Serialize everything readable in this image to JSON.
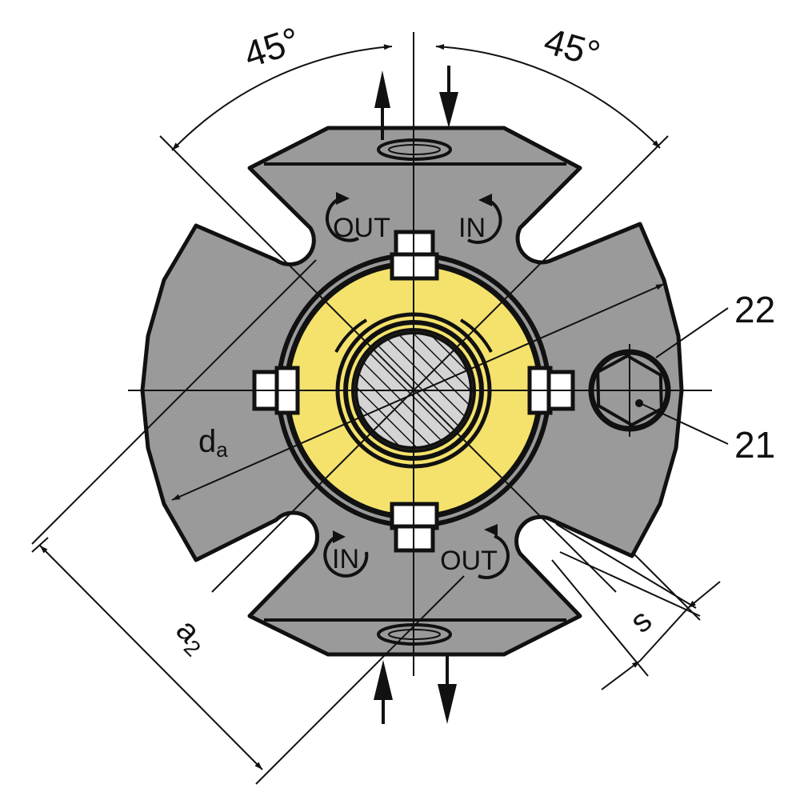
{
  "diagram": {
    "type": "technical-drawing",
    "subject": "rotary union / distributor flange, top view",
    "colors": {
      "body": "#9a9a9a",
      "ring": "#f4e26c",
      "shaft": "#d4d4d4",
      "line": "#111111",
      "background": "#ffffff",
      "key": "#ffffff"
    },
    "angles": {
      "left": "45°",
      "right": "45°"
    },
    "ports": {
      "top_left": {
        "label": "OUT",
        "rotation": "counter-clockwise-arrow"
      },
      "top_right": {
        "label": "IN",
        "rotation": "clockwise-arrow"
      },
      "bottom_left": {
        "label": "IN",
        "rotation": "clockwise-arrow"
      },
      "bottom_right": {
        "label": "OUT",
        "rotation": "counter-clockwise-arrow"
      }
    },
    "dimensions": {
      "outer_diameter": {
        "main": "d",
        "sub": "a"
      },
      "slot_spacing": {
        "main": "a",
        "sub": "2"
      },
      "slot_width": "s"
    },
    "callouts": [
      {
        "number": "22",
        "target": "hex plug outer ring"
      },
      {
        "number": "21",
        "target": "hex plug center point"
      }
    ],
    "flow_arrows": {
      "top": [
        "up",
        "down"
      ],
      "bottom": [
        "up",
        "down"
      ]
    }
  }
}
